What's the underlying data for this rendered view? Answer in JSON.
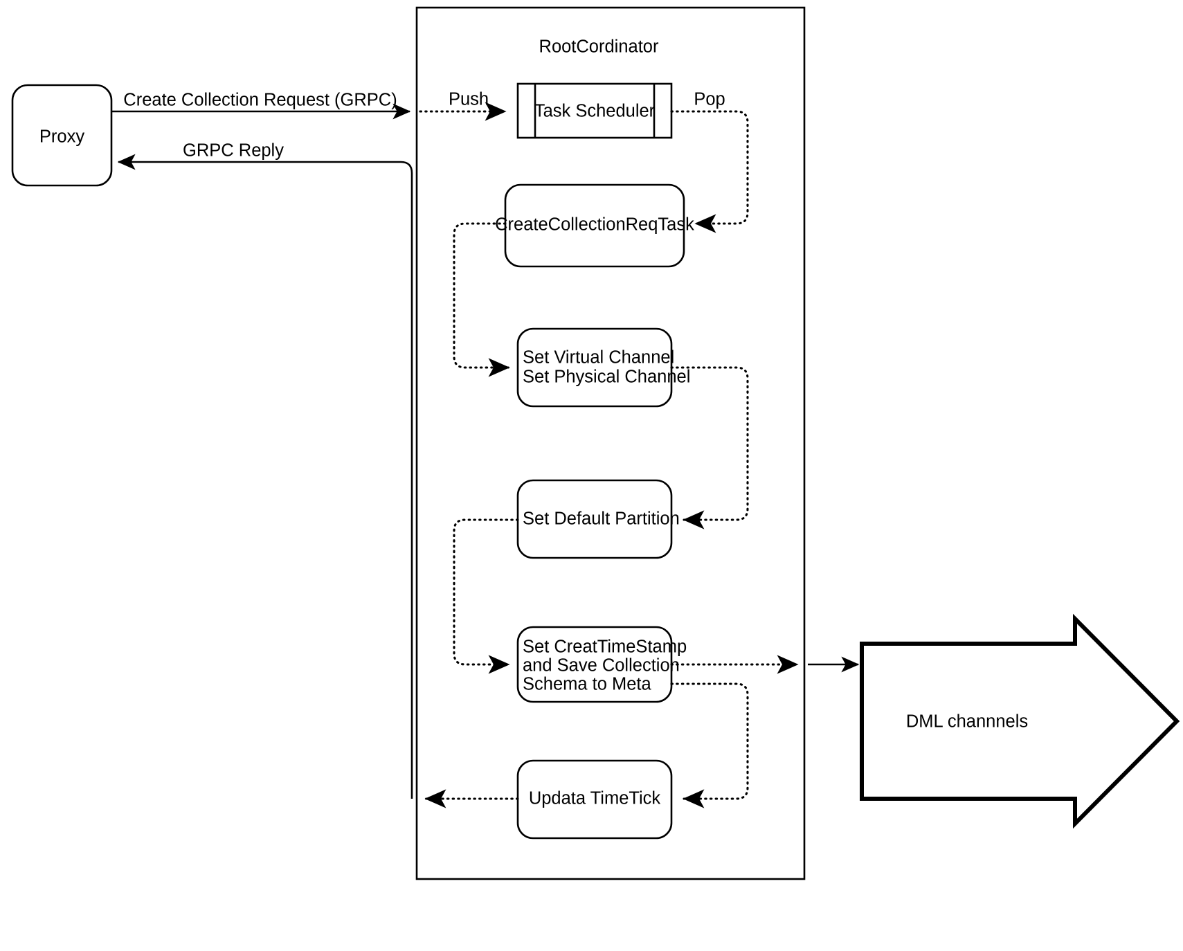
{
  "diagram": {
    "title_label": "RootCordinator",
    "nodes": {
      "proxy": {
        "label": "Proxy"
      },
      "task_scheduler": {
        "label": "Task Scheduler"
      },
      "create_collection_req_task": {
        "label": "CreateCollectionReqTask"
      },
      "set_channels": {
        "line1": "Set Virtual Channel",
        "line2": "Set Physical Channel"
      },
      "set_default_partition": {
        "label": "Set Default Partition"
      },
      "set_creat_timestamp": {
        "line1": "Set CreatTimeStamp",
        "line2": "and Save Collection",
        "line3": "Schema to Meta"
      },
      "updata_timetick": {
        "label": "Updata TimeTick"
      },
      "dml_channels": {
        "label": "DML channnels"
      }
    },
    "edges": {
      "create_collection_request": {
        "label": "Create Collection Request (GRPC)"
      },
      "grpc_reply": {
        "label": "GRPC Reply"
      },
      "push": {
        "label": "Push"
      },
      "pop": {
        "label": "Pop"
      }
    },
    "colors": {
      "stroke": "#000000",
      "fill": "#ffffff",
      "text": "#000000"
    }
  }
}
